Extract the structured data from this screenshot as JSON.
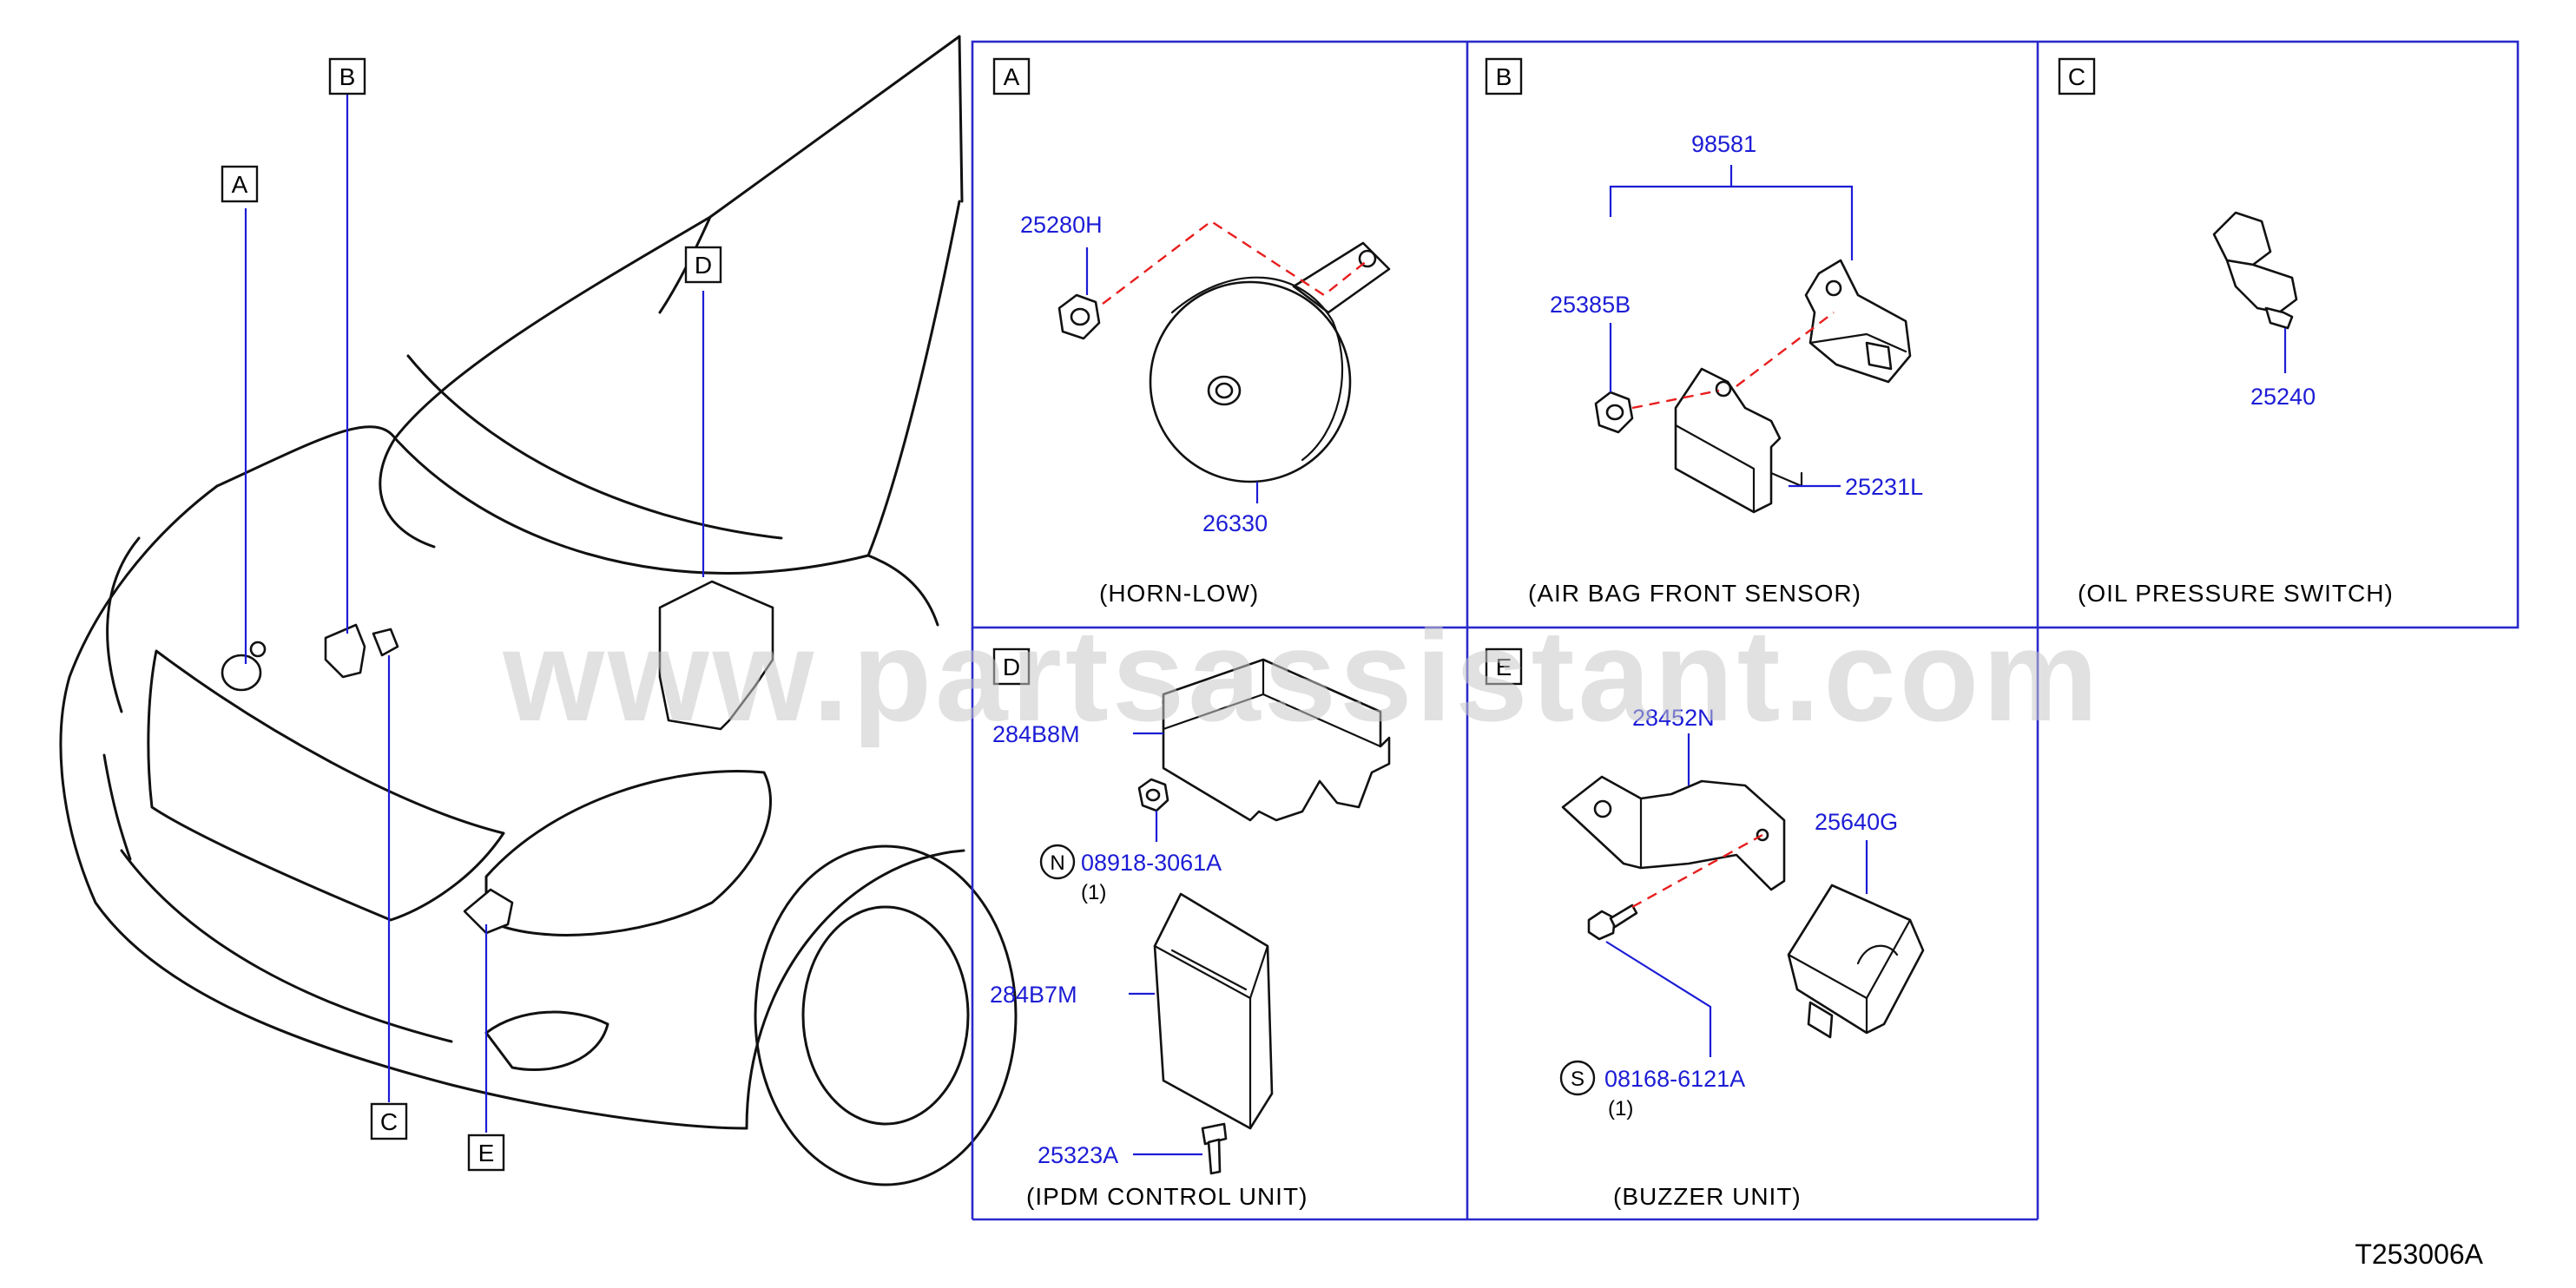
{
  "panels": {
    "A": {
      "tag": "A",
      "caption": "(HORN-LOW)"
    },
    "B": {
      "tag": "B",
      "caption": "(AIR  BAG  FRONT  SENSOR)"
    },
    "C": {
      "tag": "C",
      "caption": "(OIL  PRESSURE  SWITCH)"
    },
    "D": {
      "tag": "D",
      "caption": "(IPDM  CONTROL  UNIT)"
    },
    "E": {
      "tag": "E",
      "caption": "(BUZZER  UNIT)"
    }
  },
  "parts": {
    "p25280H": "25280H",
    "p26330": "26330",
    "p98581": "98581",
    "p25385B": "25385B",
    "p25231L": "25231L",
    "p25240": "25240",
    "p284B8M": "284B8M",
    "p08918": "08918-3061A",
    "p284B7M": "284B7M",
    "p25323A": "25323A",
    "p28452N": "28452N",
    "p25640G": "25640G",
    "p08168": "08168-6121A"
  },
  "symbols": {
    "N": "N",
    "S": "S"
  },
  "quantities": {
    "q08918": "(1)",
    "q08168": "(1)"
  },
  "callouts": {
    "A": "A",
    "B": "B",
    "C": "C",
    "D": "D",
    "E": "E"
  },
  "watermark": "www.partsassistant.com",
  "diagram_code": "T253006A",
  "colors": {
    "part_number": "#1c1cd6",
    "panel_border": "#2a2acc",
    "mating_line": "#e81e1e"
  }
}
